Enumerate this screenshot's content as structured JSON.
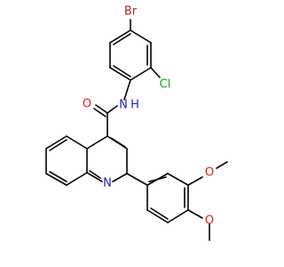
{
  "atoms": {
    "br": "Br",
    "cl": "Cl",
    "nh": "N",
    "nh_h": "H",
    "carbonyl_o": "O",
    "ring_n": "N",
    "ome_o1": "O",
    "ome_o2": "O"
  },
  "colors": {
    "bond": "#000000",
    "carbon_text": "#000000",
    "bromine": "#a52a2a",
    "chlorine": "#1fa01f",
    "nitrogen": "#1f1fd0",
    "oxygen": "#e02020"
  }
}
